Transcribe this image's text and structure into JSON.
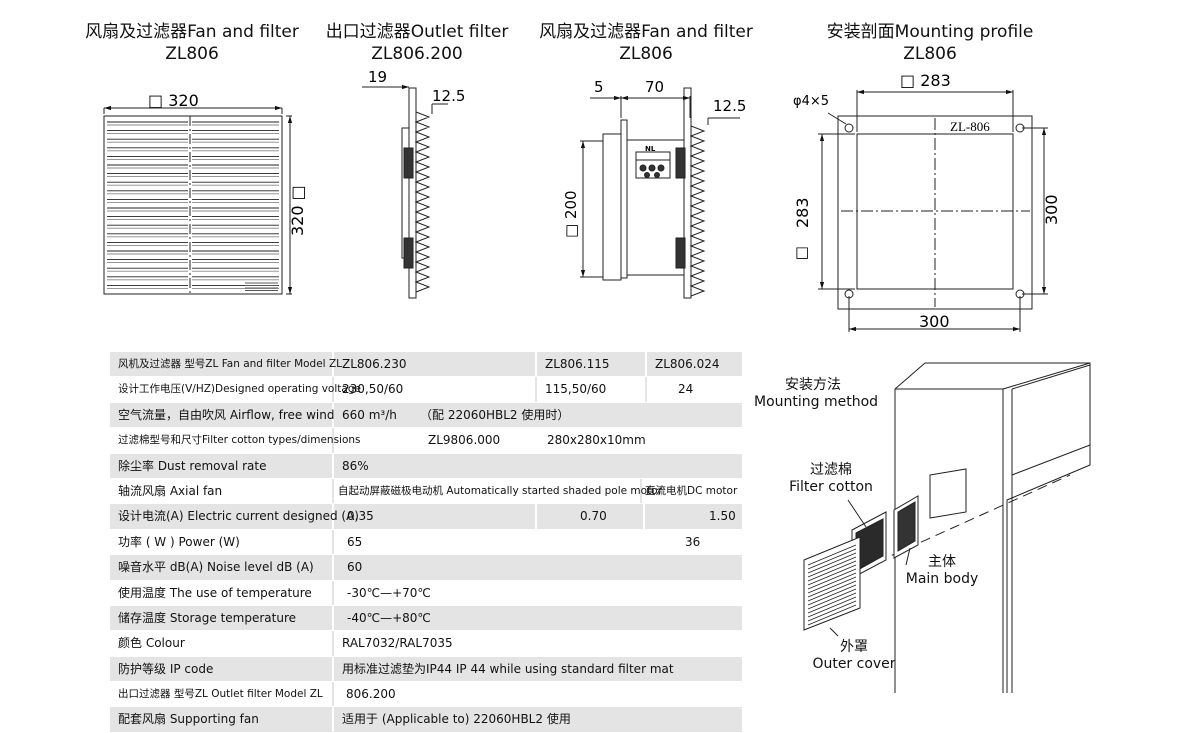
{
  "titles": {
    "fan": {
      "cn": "风扇及过滤器",
      "en": "Fan and filter",
      "model": "ZL806"
    },
    "outlet": {
      "cn": "出口过滤器",
      "en": "Outlet filter",
      "model": "ZL806.200"
    },
    "fan2": {
      "cn": "风扇及过滤器",
      "en": "Fan and filter",
      "model": "ZL806"
    },
    "mount": {
      "cn": "安装剖面",
      "en": "Mounting profile",
      "model": "ZL806"
    }
  },
  "dims": {
    "fan_width": "□ 320",
    "fan_height": "320 □",
    "outlet_19": "19",
    "outlet_12_5": "12.5",
    "side_5": "5",
    "side_70": "70",
    "side_12_5": "12.5",
    "side_200": "□ 200",
    "side_nl": "NL",
    "mount_283_top": "□ 283",
    "mount_holes": "φ4×5",
    "mount_label": "ZL-806",
    "mount_283_left": "283",
    "mount_square_left": "□",
    "mount_300_right": "300",
    "mount_300_bottom": "300"
  },
  "spec": {
    "rows": [
      {
        "label": "风机及过滤器  型号ZL   Fan and filter  Model ZL",
        "c1": "ZL806.230",
        "c2": "ZL806.115",
        "c3": "ZL806.024"
      },
      {
        "label": "设计工作电压(V/HZ)Designed operating voltage",
        "c1": "230,50/60",
        "c2": "115,50/60",
        "c3": "24"
      },
      {
        "label": "空气流量，自由吹风 Airflow, free wind",
        "c1": "660 m³/h",
        "c2": "（配   22060HBL2 使用时）"
      },
      {
        "label": "过滤棉型号和尺寸Filter cotton types/dimensions",
        "c1": "ZL9806.000",
        "c2": "280x280x10mm"
      },
      {
        "label": "除尘率 Dust removal rate",
        "c1": "86%"
      },
      {
        "label": "轴流风扇 Axial fan",
        "c1": "自起动屏蔽磁极电动机  Automatically started shaded pole motor",
        "c3": "直流电机DC motor"
      },
      {
        "label": "设计电流(A)  Electric current designed (A)",
        "c1": "0.35",
        "c2": "0.70",
        "c3": "1.50"
      },
      {
        "label": "功率 ( W ) Power (W)",
        "c1": "65",
        "c3": "36"
      },
      {
        "label": "噪音水平 dB(A) Noise level dB (A)",
        "c1": "60"
      },
      {
        "label": "使用温度 The use of temperature",
        "c1": "-30℃—+70℃"
      },
      {
        "label": "储存温度 Storage temperature",
        "c1": "-40℃—+80℃"
      },
      {
        "label": "颜色 Colour",
        "c1": "RAL7032/RAL7035"
      },
      {
        "label": "防护等级 IP code",
        "c1": "用标准过滤垫为IP44   IP 44 while using standard filter mat"
      },
      {
        "label": "出口过滤器  型号ZL   Outlet filter  Model ZL",
        "c1": "806.200"
      },
      {
        "label": "配套风扇 Supporting fan",
        "c1": "适用于 (Applicable to)  22060HBL2  使用"
      }
    ]
  },
  "install": {
    "method_cn": "安装方法",
    "method_en": "Mounting method",
    "cotton_cn": "过滤棉",
    "cotton_en": "Filter cotton",
    "body_cn": "主体",
    "body_en": "Main body",
    "cover_cn": "外罩",
    "cover_en": "Outer cover"
  }
}
